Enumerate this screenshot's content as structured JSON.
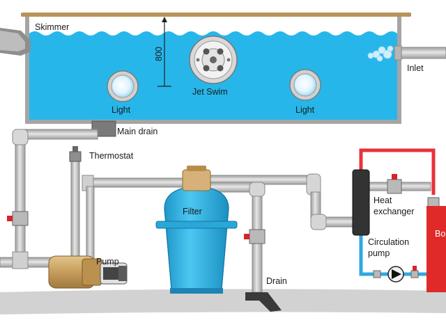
{
  "labels": {
    "skimmer": "Skimmer",
    "depth": "800",
    "jet_swim": "Jet Swim",
    "light_left": "Light",
    "light_right": "Light",
    "inlet": "Inlet",
    "main_drain": "Main drain",
    "thermostat": "Thermostat",
    "filter": "Filter",
    "heat_exchanger_line1": "Heat",
    "heat_exchanger_line2": "exchanger",
    "circulation_line1": "Circulation",
    "circulation_line2": "pump",
    "pump": "Pump",
    "drain": "Drain",
    "boiler": "Bo"
  },
  "colors": {
    "water": "#27b6ea",
    "pool_wall": "#9a9a9a",
    "pool_rim": "#b8935a",
    "pipe": "#c8c8c8",
    "pipe_outline": "#8a8a8a",
    "filter_body": "#29b5e8",
    "pump_body": "#c9a266",
    "hot_pipe": "#e8323a",
    "cold_pipe": "#2ea8e0",
    "boiler": "#e02a2a",
    "valve_handle": "#d8232a",
    "ground": "#cfcfcf"
  }
}
